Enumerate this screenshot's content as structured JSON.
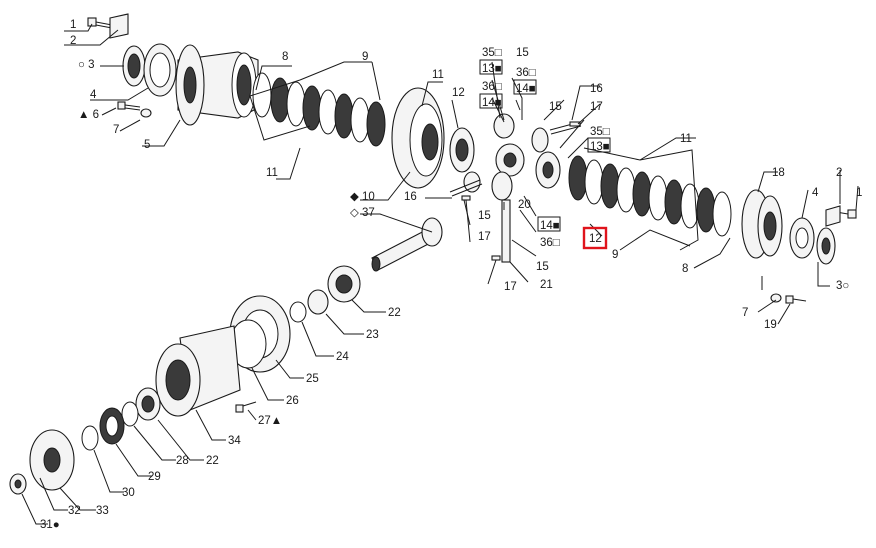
{
  "diagram": {
    "highlight_color": "#e0141c",
    "callouts": [
      {
        "id": "c1a",
        "text": "1"
      },
      {
        "id": "c2a",
        "text": "2"
      },
      {
        "id": "c3a",
        "text": "○ 3"
      },
      {
        "id": "c4a",
        "text": "4"
      },
      {
        "id": "c6a",
        "text": "▲ 6"
      },
      {
        "id": "c7a",
        "text": "7"
      },
      {
        "id": "c5",
        "text": "5"
      },
      {
        "id": "c8a",
        "text": "8"
      },
      {
        "id": "c9a",
        "text": "9"
      },
      {
        "id": "c11a",
        "text": "11"
      },
      {
        "id": "c11b",
        "text": "11"
      },
      {
        "id": "c12a",
        "text": "12"
      },
      {
        "id": "c10",
        "text": "◆ 10"
      },
      {
        "id": "c37",
        "text": "◇ 37"
      },
      {
        "id": "c16a",
        "text": "16"
      },
      {
        "id": "c15a",
        "text": "15"
      },
      {
        "id": "c17a",
        "text": "17"
      },
      {
        "id": "c35a",
        "text": "35□"
      },
      {
        "id": "c13a",
        "text": "13■"
      },
      {
        "id": "c36a",
        "text": "36□"
      },
      {
        "id": "c14a",
        "text": "14■"
      },
      {
        "id": "c15b",
        "text": "15"
      },
      {
        "id": "c36b",
        "text": "36□"
      },
      {
        "id": "c14b",
        "text": "14■"
      },
      {
        "id": "c15c",
        "text": "15"
      },
      {
        "id": "c16b",
        "text": "16"
      },
      {
        "id": "c17b",
        "text": "17"
      },
      {
        "id": "c35b",
        "text": "35□"
      },
      {
        "id": "c13b",
        "text": "13■"
      },
      {
        "id": "c11c",
        "text": "11"
      },
      {
        "id": "c20",
        "text": "20"
      },
      {
        "id": "c14c",
        "text": "14■"
      },
      {
        "id": "c36c",
        "text": "36□"
      },
      {
        "id": "c15d",
        "text": "15"
      },
      {
        "id": "c21",
        "text": "21"
      },
      {
        "id": "c17c",
        "text": "17"
      },
      {
        "id": "c12b",
        "text": "12"
      },
      {
        "id": "c9b",
        "text": "9"
      },
      {
        "id": "c8b",
        "text": "8"
      },
      {
        "id": "c18",
        "text": "18"
      },
      {
        "id": "c4b",
        "text": "4"
      },
      {
        "id": "c2b",
        "text": "2"
      },
      {
        "id": "c1b",
        "text": "1"
      },
      {
        "id": "c3b",
        "text": "3○"
      },
      {
        "id": "c7b",
        "text": "7"
      },
      {
        "id": "c19",
        "text": "19"
      },
      {
        "id": "c22a",
        "text": "22"
      },
      {
        "id": "c23",
        "text": "23"
      },
      {
        "id": "c24",
        "text": "24"
      },
      {
        "id": "c25",
        "text": "25"
      },
      {
        "id": "c26",
        "text": "26"
      },
      {
        "id": "c27",
        "text": "27▲"
      },
      {
        "id": "c34",
        "text": "34"
      },
      {
        "id": "c22b",
        "text": "22"
      },
      {
        "id": "c28",
        "text": "28"
      },
      {
        "id": "c29",
        "text": "29"
      },
      {
        "id": "c30",
        "text": "30"
      },
      {
        "id": "c33",
        "text": "33"
      },
      {
        "id": "c32",
        "text": "32"
      },
      {
        "id": "c31",
        "text": "31●"
      }
    ]
  }
}
